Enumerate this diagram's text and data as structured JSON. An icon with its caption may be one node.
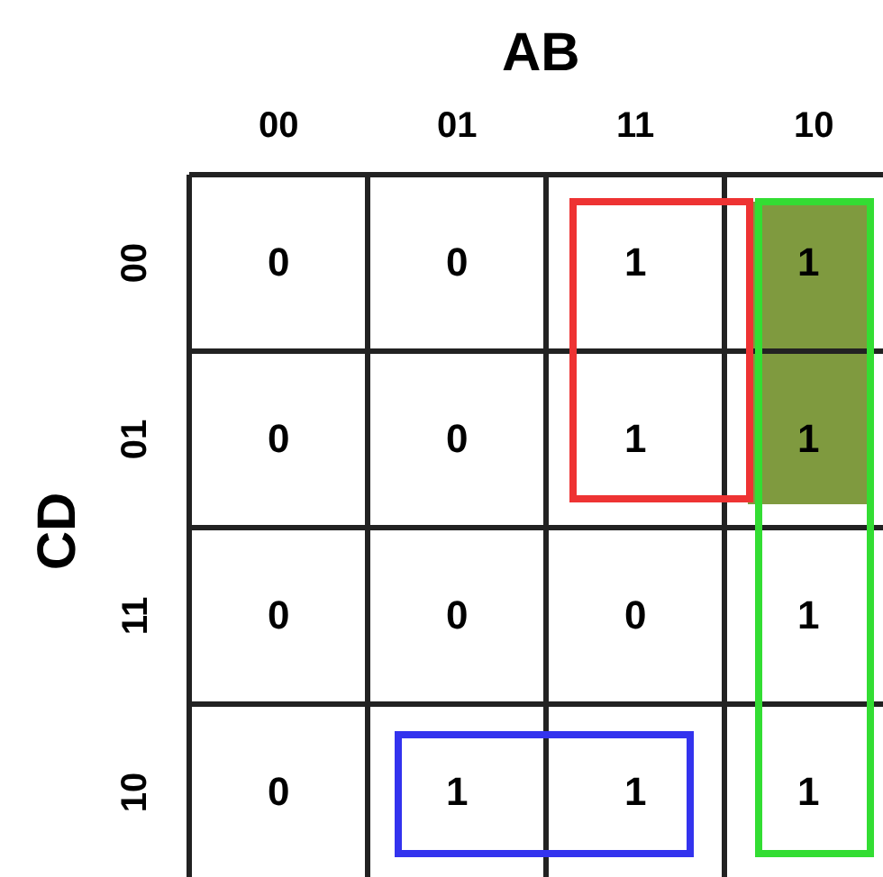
{
  "diagram": {
    "labels": [
      "AB",
      "00",
      "01",
      "11",
      "10",
      "CD",
      "00",
      "01",
      "11",
      "10",
      "0",
      "0",
      "1",
      "1",
      "0",
      "0",
      "1",
      "1",
      "0",
      "0",
      "0",
      "1",
      "0",
      "1",
      "1",
      "1"
    ]
  }
}
